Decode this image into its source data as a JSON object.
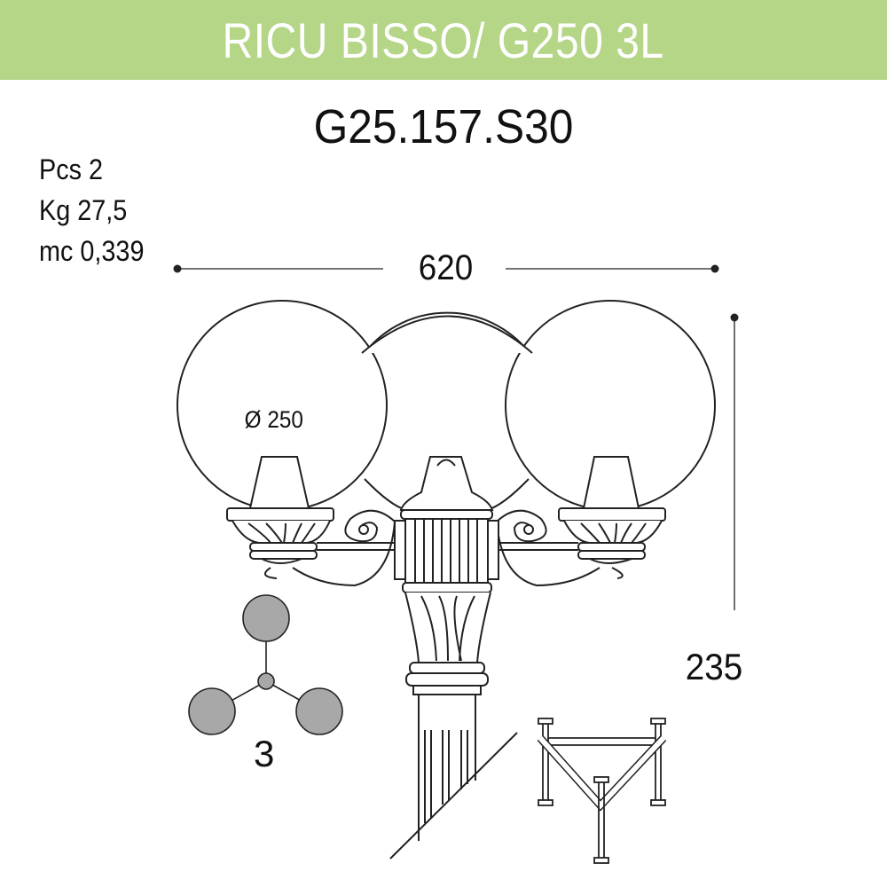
{
  "header": {
    "title": "RICU BISSO/ G250 3L",
    "banner_color": "#b5d587"
  },
  "product": {
    "code": "G25.157.S30"
  },
  "specs": [
    {
      "label": "Pcs",
      "value": "2",
      "text": "Pcs 2"
    },
    {
      "label": "Kg",
      "value": "27,5",
      "text": "Kg 27,5"
    },
    {
      "label": "mc",
      "value": "0,339",
      "text": "mc 0,339"
    }
  ],
  "dimensions": {
    "width": "620",
    "height": "235",
    "globe_diameter": "Ø 250"
  },
  "configuration": {
    "lights_count": "3",
    "icon": "three-globe-layout-icon",
    "fill_color": "#a8a8a8"
  },
  "drawing": {
    "type": "technical line drawing",
    "parts": [
      "globe-left",
      "globe-center",
      "globe-right",
      "central-column",
      "scroll-arms",
      "tripod-base-detail"
    ]
  }
}
